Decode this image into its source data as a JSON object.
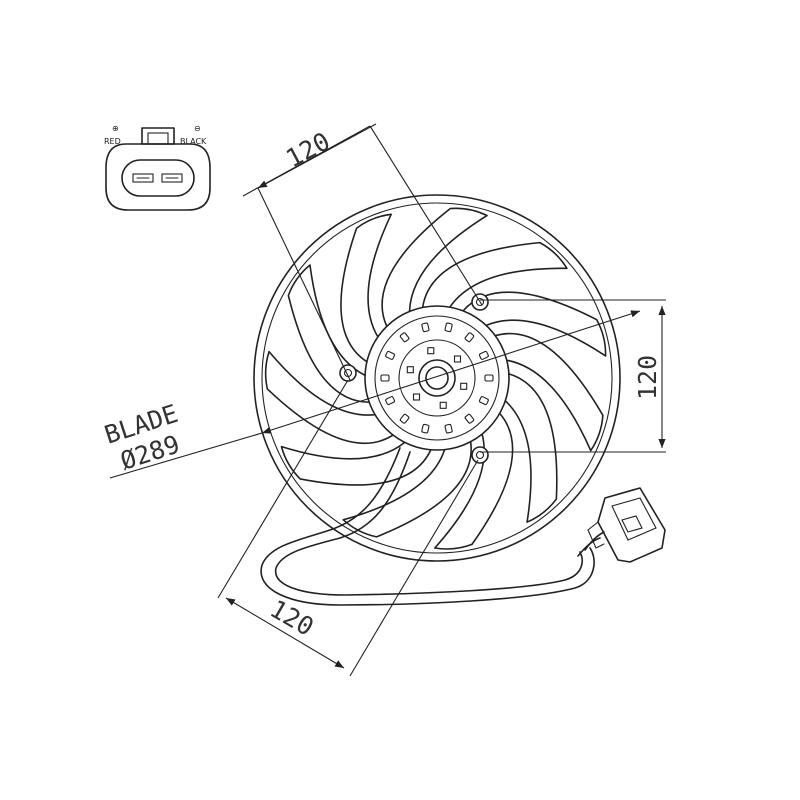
{
  "connector": {
    "plus_symbol": "⊕",
    "minus_symbol": "⊖",
    "red_label": "RED",
    "black_label": "BLACK"
  },
  "dimensions": {
    "top_width": "120",
    "right_height": "120",
    "bottom_width": "120",
    "blade_label": "BLADE",
    "blade_diameter": "Ø289"
  },
  "colors": {
    "line": "#222222",
    "text": "#333333",
    "background": "#ffffff"
  }
}
